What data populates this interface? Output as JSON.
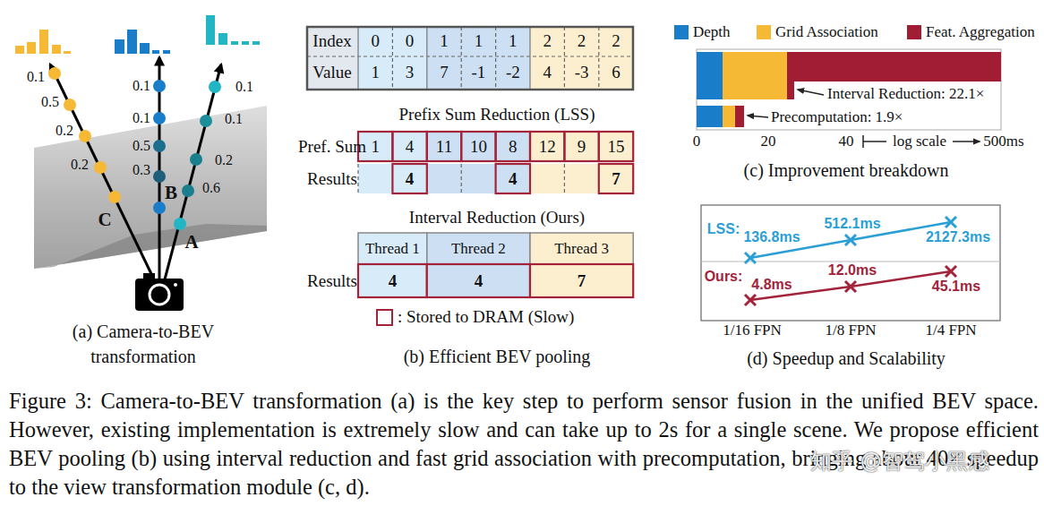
{
  "diagram": {
    "caption": "Figure 3: Camera-to-BEV transformation (a) is the key step to perform sensor fusion in the unified BEV space. However, existing implementation is extremely slow and can take up to 2s for a single scene. We propose efficient BEV pooling (b) using interval reduction and fast grid association with precomputation, bringing about 40× speedup to the view transformation module (c, d).",
    "labels": [
      "0.1",
      "0.5",
      "0.2",
      "0.2",
      "C",
      "0.1",
      "0.1",
      "0.5",
      "0.3",
      "B",
      "0.1",
      "0.1",
      "0.2",
      "0.6",
      "A",
      "(a) Camera-to-BEV transformation",
      "Index",
      "0",
      "0",
      "1",
      "1",
      "1",
      "2",
      "2",
      "2",
      "Value",
      "1",
      "3",
      "7",
      "-1",
      "-2",
      "4",
      "-3",
      "6",
      "Prefix Sum Reduction (LSS)",
      "Pref. Sum",
      "1",
      "4",
      "11",
      "10",
      "8",
      "12",
      "9",
      "15",
      "Results",
      "4",
      "4",
      "7",
      "Interval Reduction (Ours)",
      "Thread 1",
      "Thread 2",
      "Thread 3",
      "Results",
      "4",
      "4",
      "7",
      "(b) Efficient BEV pooling",
      "Interval Reduction: 22.1×",
      "Precomputation: 1.9×",
      "0",
      "20",
      "40",
      "log scale",
      "500ms",
      "(c) Improvement breakdown",
      "LSS:",
      "136.8ms",
      "512.1ms",
      "2127.3ms",
      "Ours:",
      "4.8ms",
      "12.0ms",
      "45.1ms",
      "1/16 FPN",
      "1/8 FPN",
      "1/4 FPN",
      "(d) Speedup and Scalability",
      "知乎 @智驾小黑感"
    ],
    "legend": [
      {
        "text": "Depth",
        "color": "#1a7dc9"
      },
      {
        "text": "Grid Association",
        "color": "#f6b935"
      },
      {
        "text": "Feat. Aggregation",
        "color": "#a11d33"
      },
      {
        "text": ": Stored to DRAM (Slow)"
      }
    ]
  }
}
